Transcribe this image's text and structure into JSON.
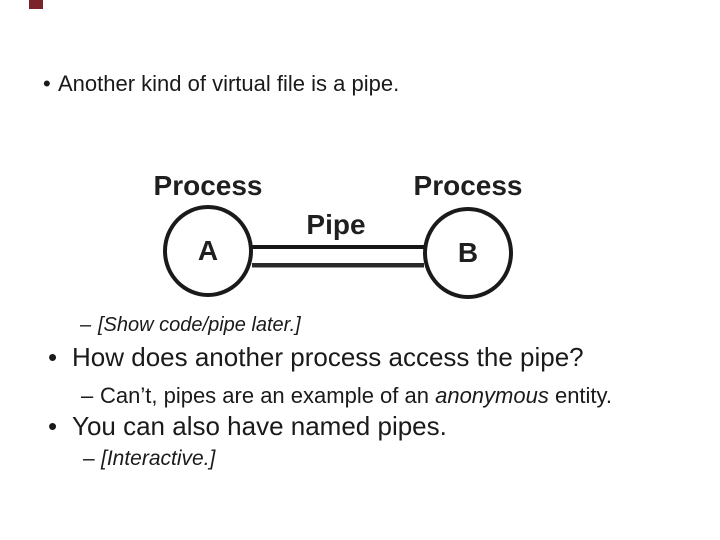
{
  "slide": {
    "background": "#ffffff",
    "corner_tab_color": "#7a2328",
    "bullet_glyph": "•",
    "dash_glyph": "–",
    "bullet1": "Another kind of virtual file is a pipe.",
    "sub1": "[Show code/pipe later.]",
    "bullet2": "How does another process access the pipe?",
    "sub2_prefix": "Can’t, pipes are an example of an ",
    "sub2_italic": "anonymous",
    "sub2_suffix": " entity.",
    "bullet3": "You can also have named pipes.",
    "sub3": "[Interactive.]"
  },
  "diagram": {
    "label_left": "Process",
    "label_right": "Process",
    "pipe_label": "Pipe",
    "node_a": "A",
    "node_b": "B",
    "stroke_color": "#1a1a1a"
  }
}
